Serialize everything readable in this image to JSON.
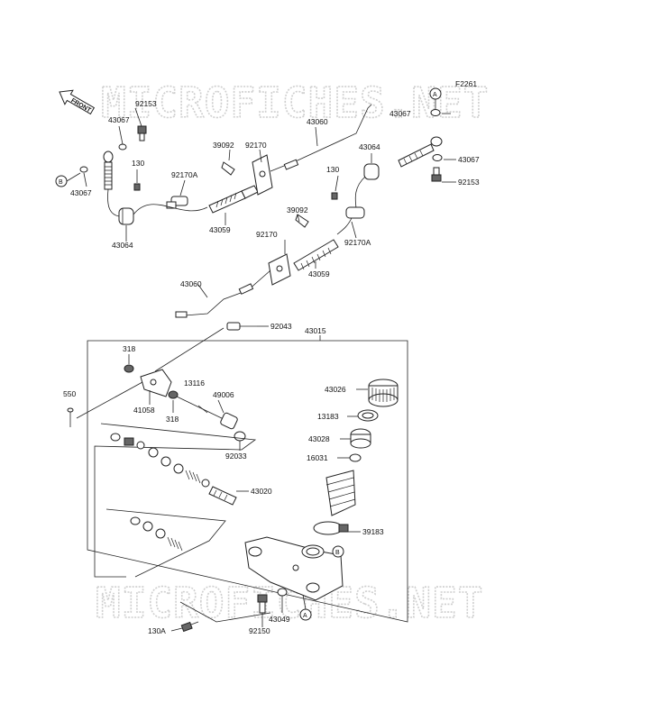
{
  "diagram_code": "F2261",
  "front_label": "FRONT",
  "watermark": "MICROFICHES.NET",
  "callouts": {
    "a": "A",
    "b": "B"
  },
  "labels": [
    {
      "id": "l1",
      "text": "92153"
    },
    {
      "id": "l2",
      "text": "43067"
    },
    {
      "id": "l3",
      "text": "130"
    },
    {
      "id": "l4",
      "text": "43067"
    },
    {
      "id": "l5",
      "text": "43064"
    },
    {
      "id": "l6",
      "text": "92170A"
    },
    {
      "id": "l7",
      "text": "39092"
    },
    {
      "id": "l8",
      "text": "92170"
    },
    {
      "id": "l9",
      "text": "43059"
    },
    {
      "id": "l10",
      "text": "43060"
    },
    {
      "id": "l11",
      "text": "43064"
    },
    {
      "id": "l12",
      "text": "43067"
    },
    {
      "id": "l13",
      "text": "43067"
    },
    {
      "id": "l14",
      "text": "92153"
    },
    {
      "id": "l15",
      "text": "130"
    },
    {
      "id": "l16",
      "text": "39092"
    },
    {
      "id": "l17",
      "text": "92170"
    },
    {
      "id": "l18",
      "text": "92170A"
    },
    {
      "id": "l19",
      "text": "43059"
    },
    {
      "id": "l20",
      "text": "43060"
    },
    {
      "id": "l21",
      "text": "92043"
    },
    {
      "id": "l22",
      "text": "43015"
    },
    {
      "id": "l23",
      "text": "318"
    },
    {
      "id": "l24",
      "text": "550"
    },
    {
      "id": "l25",
      "text": "41058"
    },
    {
      "id": "l26",
      "text": "318"
    },
    {
      "id": "l27",
      "text": "13116"
    },
    {
      "id": "l28",
      "text": "49006"
    },
    {
      "id": "l29",
      "text": "92033"
    },
    {
      "id": "l30",
      "text": "43026"
    },
    {
      "id": "l31",
      "text": "13183"
    },
    {
      "id": "l32",
      "text": "43028"
    },
    {
      "id": "l33",
      "text": "16031"
    },
    {
      "id": "l34",
      "text": "43020"
    },
    {
      "id": "l35",
      "text": "39183"
    },
    {
      "id": "l36",
      "text": "43049"
    },
    {
      "id": "l37",
      "text": "130A"
    },
    {
      "id": "l38",
      "text": "92150"
    }
  ]
}
